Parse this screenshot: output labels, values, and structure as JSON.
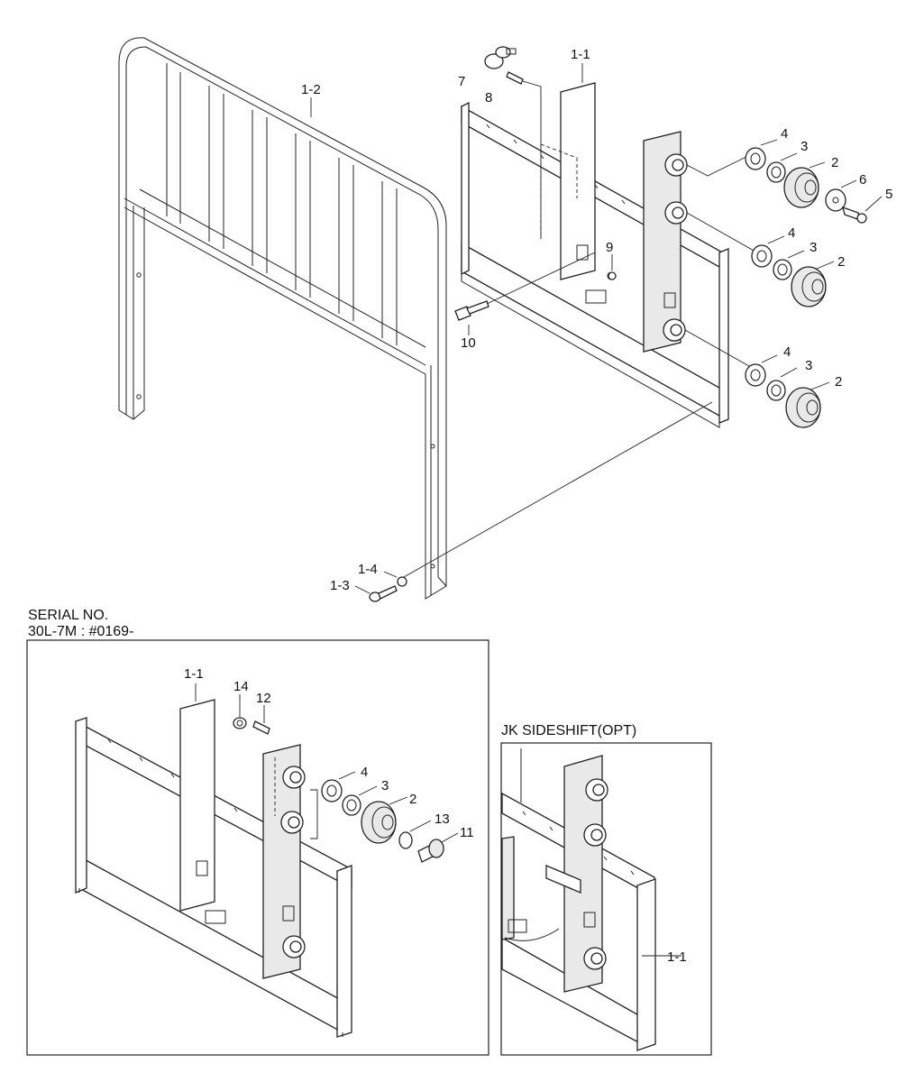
{
  "diagram": {
    "serial_heading": "SERIAL NO.",
    "serial_value": "30L-7M : #0169-",
    "sideshift_heading": "JK SIDESHIFT(OPT)",
    "callouts": {
      "main": {
        "backrest": "1-2",
        "carriage": "1-1",
        "screw": "1-3",
        "washer": "1-4",
        "p7": "7",
        "p8": "8",
        "p9": "9",
        "p10": "10",
        "p4a": "4",
        "p3a": "3",
        "p2a": "2",
        "p6": "6",
        "p5": "5",
        "p4b": "4",
        "p3b": "3",
        "p2b": "2",
        "p4c": "4",
        "p3c": "3",
        "p2c": "2"
      },
      "serial_inset": {
        "carriage": "1-1",
        "p14": "14",
        "p12": "12",
        "p4": "4",
        "p3": "3",
        "p2": "2",
        "p13": "13",
        "p11": "11"
      },
      "sideshift_inset": {
        "carriage": "1-1"
      }
    }
  }
}
